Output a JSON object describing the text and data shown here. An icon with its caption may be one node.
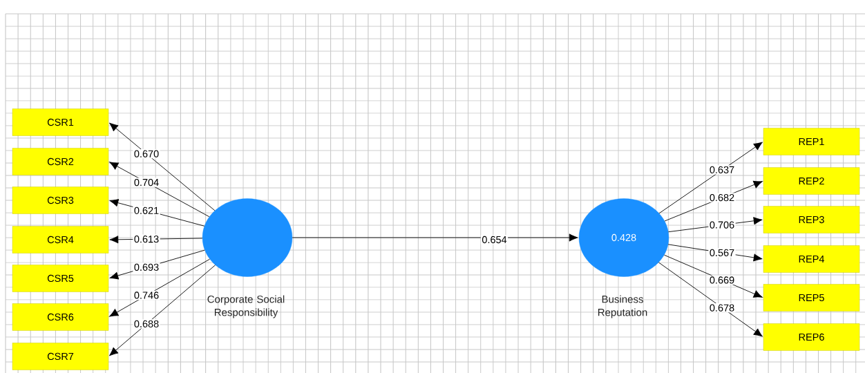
{
  "diagram": {
    "nodes": [
      {
        "text": [
          "Corporate Social Responsibility"
        ]
      },
      {
        "text": [
          "0.428",
          "Business Reputation"
        ]
      },
      {
        "text": [
          "CSR1"
        ]
      },
      {
        "text": [
          "CSR2"
        ]
      },
      {
        "text": [
          "CSR3"
        ]
      },
      {
        "text": [
          "CSR4"
        ]
      },
      {
        "text": [
          "CSR5"
        ]
      },
      {
        "text": [
          "CSR6"
        ]
      },
      {
        "text": [
          "CSR7"
        ]
      },
      {
        "text": [
          "REP1"
        ]
      },
      {
        "text": [
          "REP2"
        ]
      },
      {
        "text": [
          "REP3"
        ]
      },
      {
        "text": [
          "REP4"
        ]
      },
      {
        "text": [
          "REP5"
        ]
      },
      {
        "text": [
          "REP6"
        ]
      }
    ],
    "edges": [
      {
        "from": 0,
        "to": 1,
        "arrow": "to",
        "label": "0.654"
      },
      {
        "from": 0,
        "to": 2,
        "arrow": "to",
        "label": "0.670"
      },
      {
        "from": 0,
        "to": 3,
        "arrow": "to",
        "label": "0.704"
      },
      {
        "from": 0,
        "to": 4,
        "arrow": "to",
        "label": "0.621"
      },
      {
        "from": 0,
        "to": 5,
        "arrow": "to",
        "label": "0.613"
      },
      {
        "from": 0,
        "to": 6,
        "arrow": "to",
        "label": "0.693"
      },
      {
        "from": 0,
        "to": 7,
        "arrow": "to",
        "label": "0.746"
      },
      {
        "from": 0,
        "to": 8,
        "arrow": "to",
        "label": "0.688"
      },
      {
        "from": 1,
        "to": 9,
        "arrow": "to",
        "label": "0.637"
      },
      {
        "from": 1,
        "to": 10,
        "arrow": "to",
        "label": "0.682"
      },
      {
        "from": 1,
        "to": 11,
        "arrow": "to",
        "label": "0.706"
      },
      {
        "from": 1,
        "to": 12,
        "arrow": "to",
        "label": "0.567"
      },
      {
        "from": 1,
        "to": 13,
        "arrow": "to",
        "label": "0.669"
      },
      {
        "from": 1,
        "to": 14,
        "arrow": "to",
        "label": "0.678"
      }
    ]
  }
}
